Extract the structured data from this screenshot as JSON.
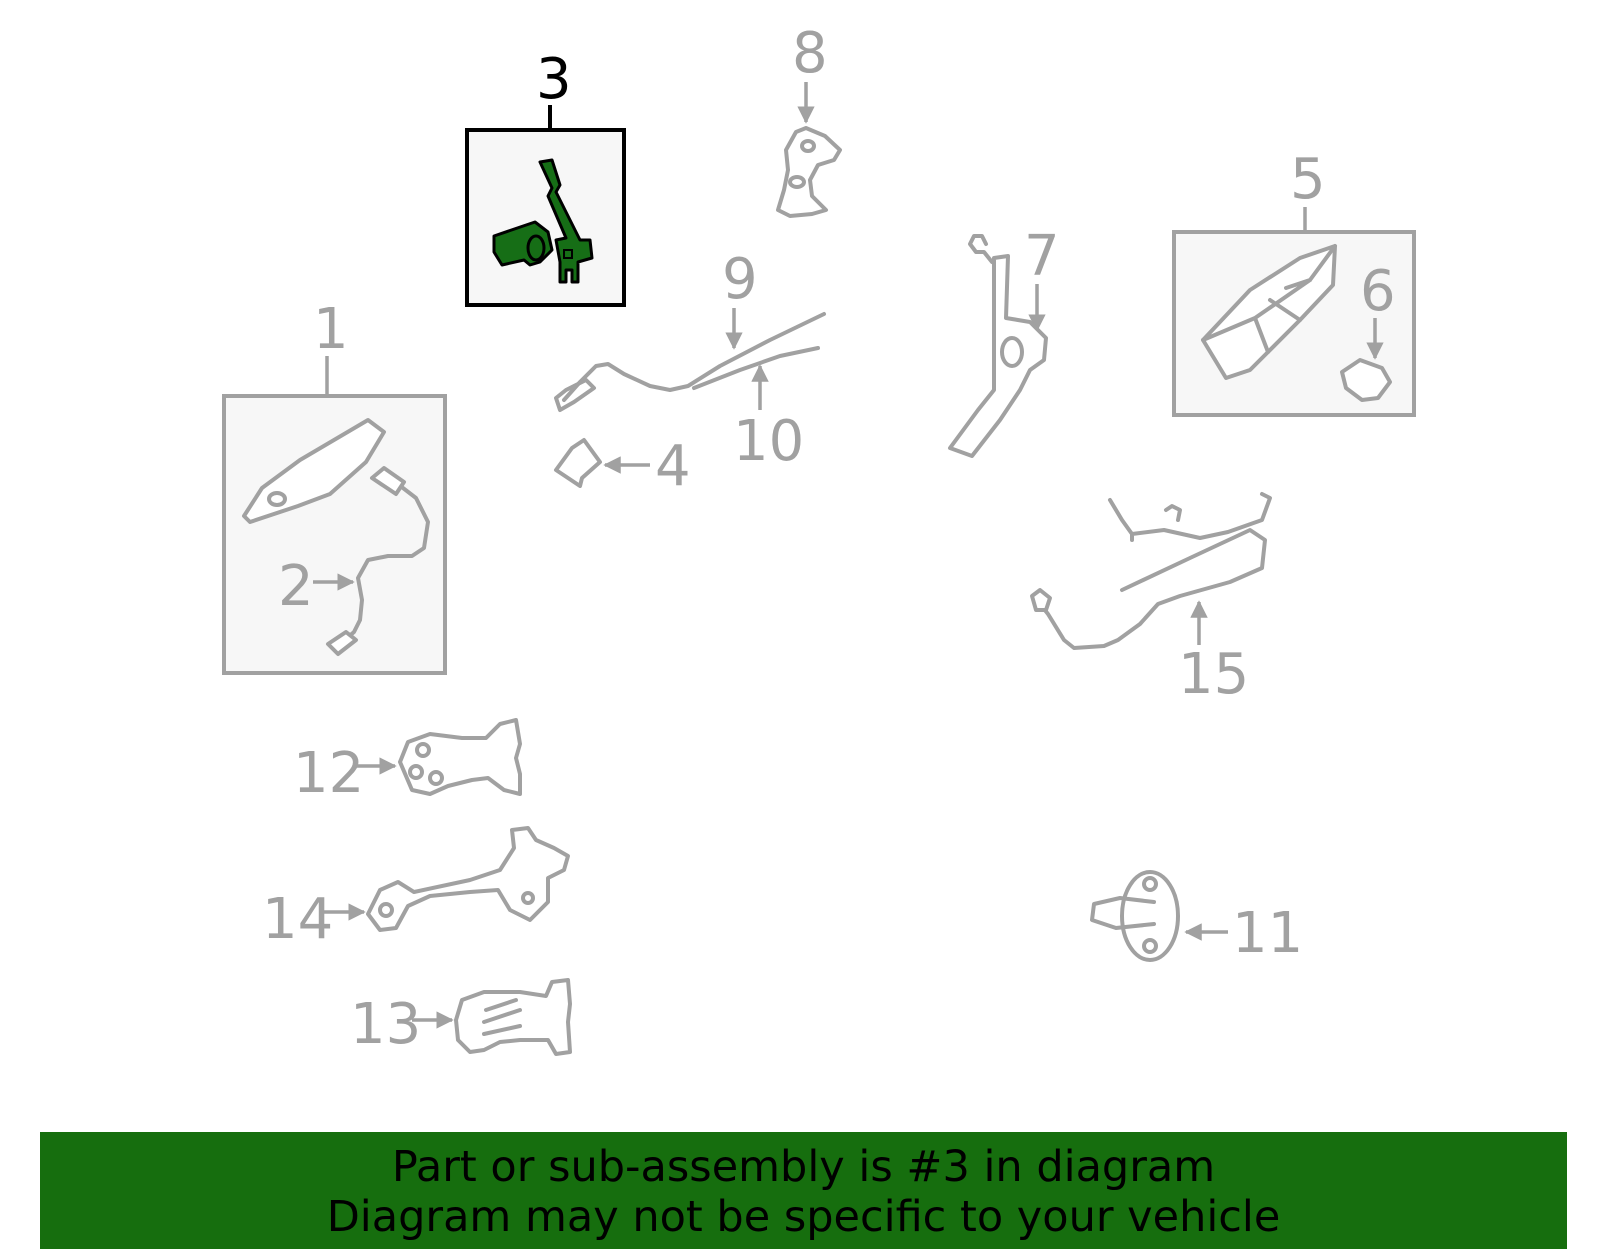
{
  "diagram": {
    "highlighted_callout": "3",
    "colors": {
      "part_gray": "#a1a1a1",
      "highlight_green": "#166e16",
      "banner_green": "#166e0e"
    },
    "callouts": {
      "c1": "1",
      "c2": "2",
      "c3": "3",
      "c4": "4",
      "c5": "5",
      "c6": "6",
      "c7": "7",
      "c8": "8",
      "c9": "9",
      "c10": "10",
      "c11": "11",
      "c12": "12",
      "c13": "13",
      "c14": "14",
      "c15": "15"
    }
  },
  "banner": {
    "line1": "Part or sub-assembly is #3 in diagram",
    "line2": "Diagram may not be specific to your vehicle"
  }
}
